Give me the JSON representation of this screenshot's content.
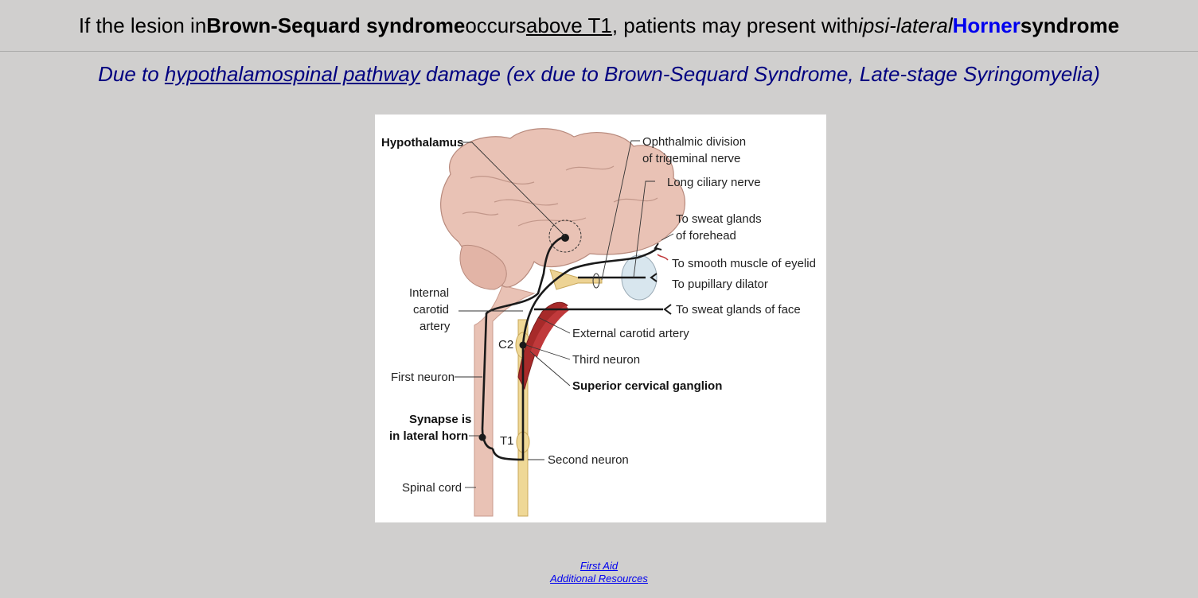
{
  "header": {
    "p1": "If the lesion in ",
    "p2": "Brown-Sequard syndrome",
    "p3": " occurs ",
    "p4": "above T1",
    "p5": ", patients may present with ",
    "p6": "ipsi-lateral",
    "p7": " ",
    "p8": "Horner",
    "p9": " syndrome"
  },
  "subtitle": {
    "p1": "Due to ",
    "p2": "hypothalamospinal pathway",
    "p3": " damage (ex due to Brown-Sequard Syndrome, Late-stage Syringomyelia)"
  },
  "diagram": {
    "labels": {
      "hypothalamus": "Hypothalamus",
      "ophthalmic_1": "Ophthalmic division",
      "ophthalmic_2": "of trigeminal nerve",
      "long_ciliary": "Long ciliary nerve",
      "sweat_forehead_1": "To sweat glands",
      "sweat_forehead_2": "of forehead",
      "smooth_muscle": "To smooth muscle of eyelid",
      "pupillary": "To pupillary dilator",
      "sweat_face": "To sweat glands of face",
      "internal_carotid_1": "Internal",
      "internal_carotid_2": "carotid",
      "internal_carotid_3": "artery",
      "external_carotid": "External carotid artery",
      "c2": "C2",
      "third_neuron": "Third neuron",
      "superior_ganglion": "Superior cervical ganglion",
      "first_neuron": "First neuron",
      "synapse_1": "Synapse is",
      "synapse_2": "in lateral horn",
      "t1": "T1",
      "second_neuron": "Second neuron",
      "spinal_cord": "Spinal cord"
    }
  },
  "footer": {
    "first_aid": "First Aid",
    "additional": "Additional Resources"
  }
}
